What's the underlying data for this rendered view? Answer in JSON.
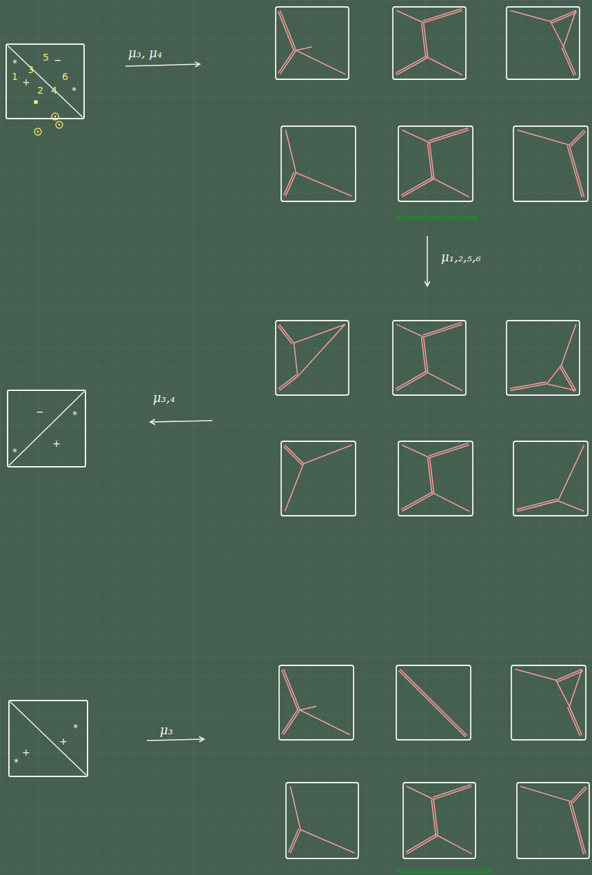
{
  "diagram": {
    "nodes": [
      {
        "text": [
          "*",
          "5",
          "−",
          "3",
          "6",
          "1",
          "+",
          "2",
          "4",
          "*"
        ]
      },
      {
        "text": [
          "−",
          "*",
          "*",
          "+"
        ]
      },
      {
        "text": [
          "*",
          "+",
          "+",
          "*"
        ]
      }
    ],
    "labels": [
      "μ₃, μ₄",
      "μ₁,₂,₅,₆",
      "μ₃,₄",
      "μ₃"
    ]
  }
}
